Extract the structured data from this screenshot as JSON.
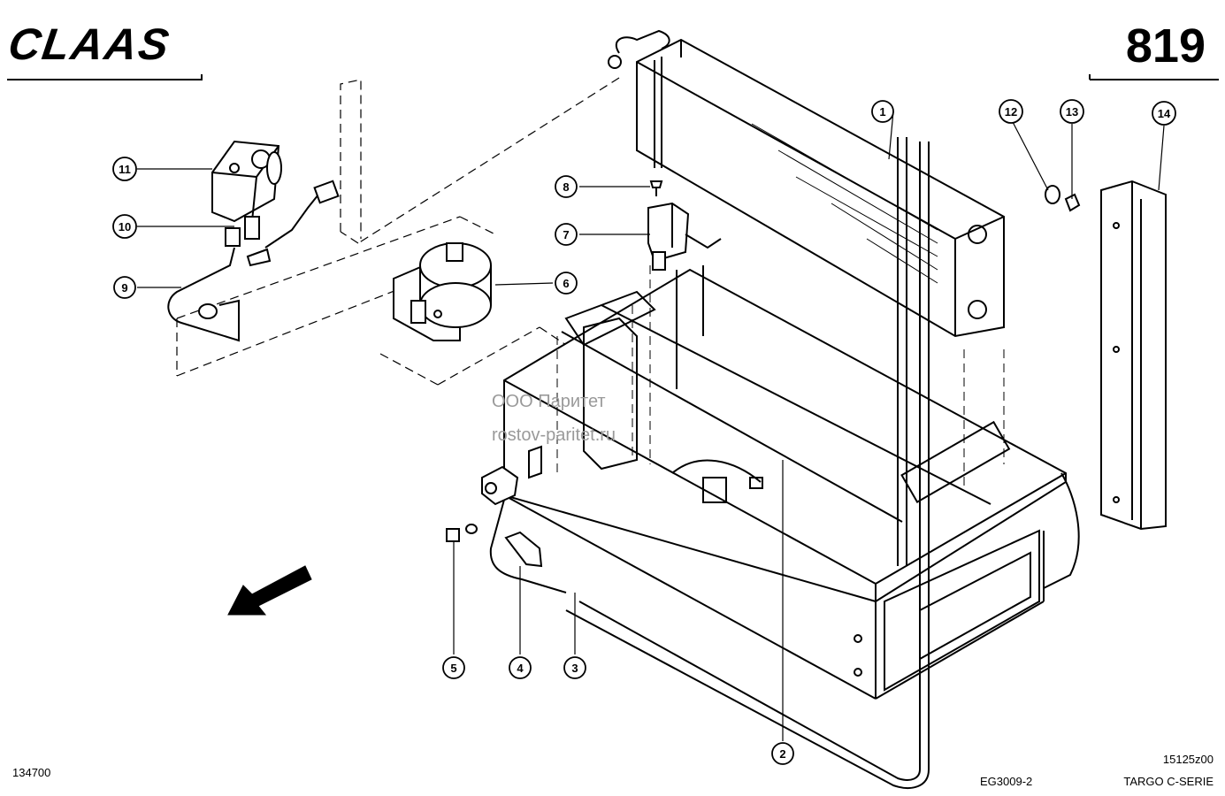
{
  "header": {
    "brand": "CLAAS",
    "page_number": "819"
  },
  "watermark": {
    "line1": "ООО Паритет",
    "line2": "rostov-paritet.ru"
  },
  "callouts": [
    "1",
    "2",
    "3",
    "4",
    "5",
    "6",
    "7",
    "8",
    "9",
    "10",
    "11",
    "12",
    "13",
    "14"
  ],
  "footer": {
    "left_code": "134700",
    "drawing_no": "EG3009-2",
    "ref_code": "15125z00",
    "series": "TARGO C-SERIE"
  }
}
